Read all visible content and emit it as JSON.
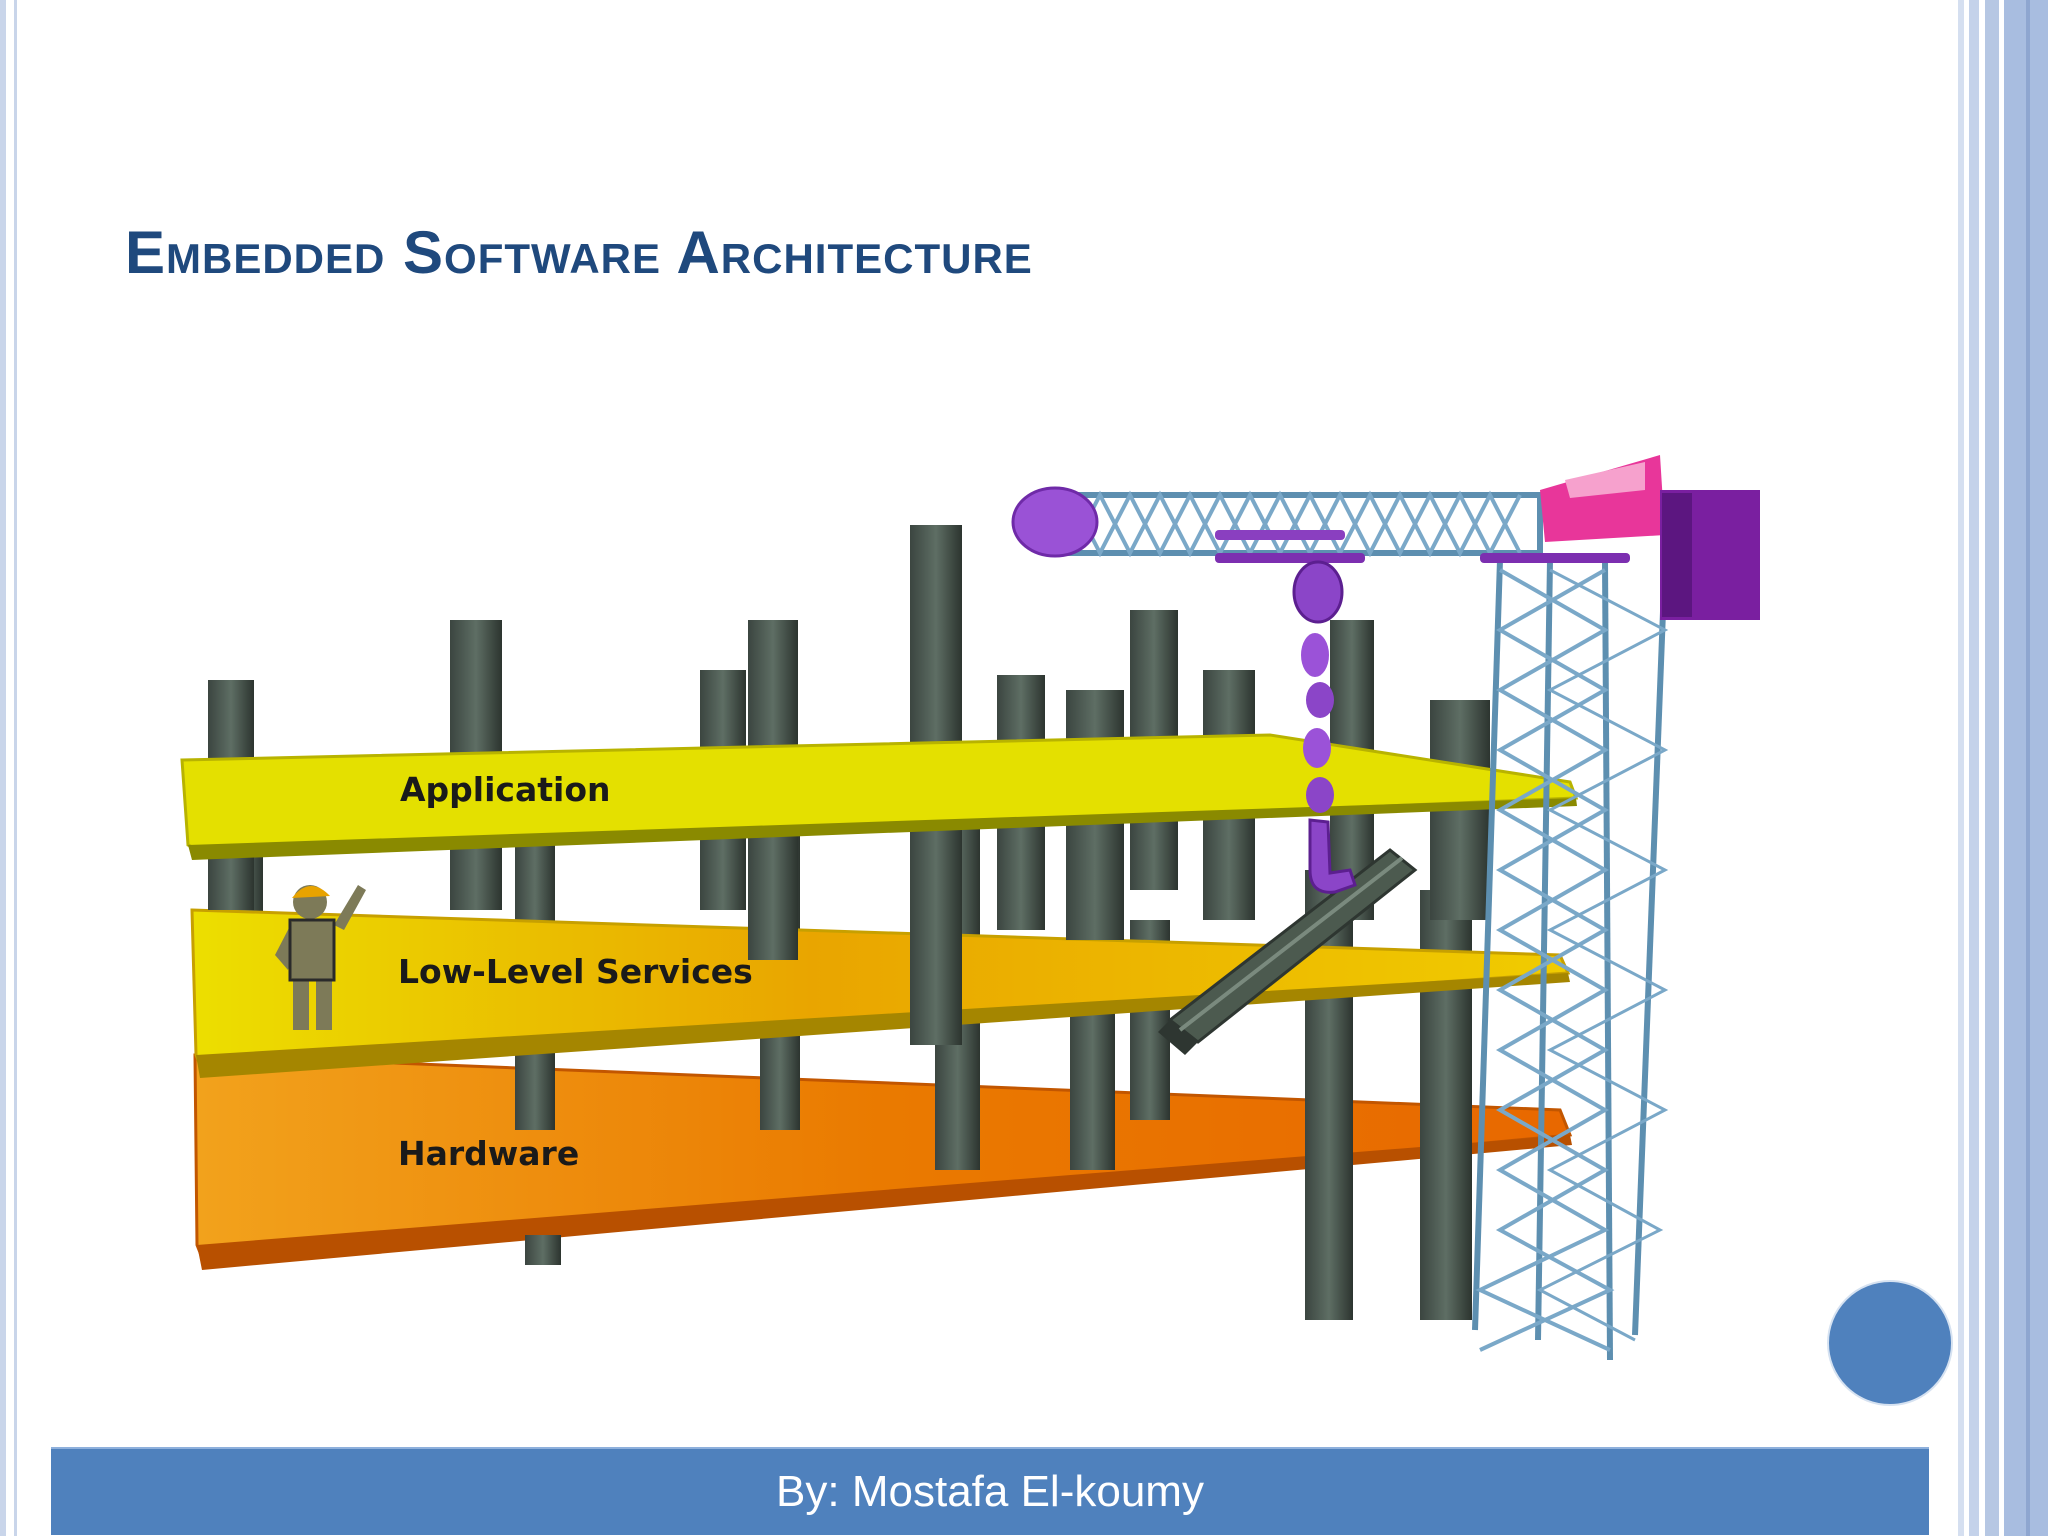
{
  "slide": {
    "title": "Embedded Software Architecture",
    "footer": "By: Mostafa El-koumy"
  },
  "illustration": {
    "layers": [
      {
        "label": "Application",
        "color": "#e3e000"
      },
      {
        "label": "Low-Level Services",
        "color": "#e7d300"
      },
      {
        "label": "Hardware",
        "color": "#f08a00"
      }
    ],
    "icons": [
      "construction-worker-icon",
      "tower-crane-icon",
      "steel-beam-icon"
    ]
  },
  "colors": {
    "title": "#1f497d",
    "accent": "#4f81bd",
    "frame": "#b8c7e0"
  }
}
